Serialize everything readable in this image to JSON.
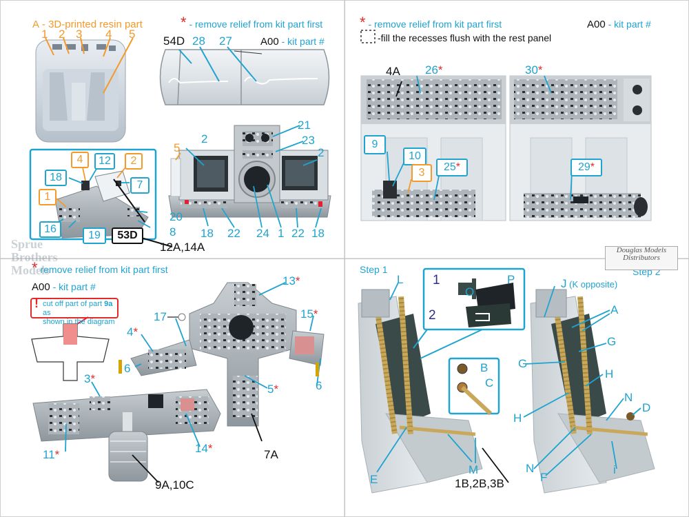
{
  "colors": {
    "accent_blue": "#1fa3cf",
    "accent_orange": "#f39a2b",
    "star_red": "#e12b2b",
    "panel_grey": "#9aa3a8"
  },
  "q1": {
    "legend_letter": "A",
    "legend_text": "- 3D-printed resin part",
    "remove_relief": "- remove relief from kit part first",
    "kit_part_code": "A00",
    "kit_part_text": "- kit part #",
    "resin_numbers": [
      "1",
      "2",
      "3",
      "4",
      "5"
    ],
    "canopy_part": "54D",
    "canopy_labels": [
      "28",
      "27"
    ],
    "inset_labels": {
      "o4": "4",
      "b12": "12",
      "o2": "2",
      "b18": "18",
      "b7": "7",
      "o1": "1",
      "b16": "16",
      "b19": "19",
      "k53": "53D",
      "b20": "20",
      "b8": "8",
      "b12a14a": "12A,14A"
    },
    "panel_labels": {
      "p21": "21",
      "p23": "23",
      "p5": "5",
      "p2a": "2",
      "p2b": "2",
      "p18a": "18",
      "p22a": "22",
      "p24": "24",
      "p1": "1",
      "p22b": "22",
      "p18b": "18"
    }
  },
  "q2": {
    "remove_relief": "- remove relief from kit part first",
    "kit_part_code": "A00",
    "kit_part_text": "- kit part #",
    "fill_note": "-fill the recesses flush with the rest panel",
    "labels": {
      "l4a": "4A",
      "l26": "26",
      "l30": "30",
      "l9": "9",
      "l10": "10",
      "l3": "3",
      "l25": "25",
      "l29": "29"
    }
  },
  "q3": {
    "remove_relief": "remove relief from kit part first",
    "kit_part_code": "A00",
    "kit_part_text": "- kit part #",
    "cut_note_a": "cut off part of part",
    "cut_note_part": "9a",
    "cut_note_b": "as",
    "cut_note_c": "shown in the diagram",
    "labels": {
      "l13": "13",
      "l17": "17",
      "l15": "15",
      "l4": "4",
      "l6a": "6",
      "l6b": "6",
      "l5": "5",
      "l3": "3",
      "l11": "11",
      "l14": "14",
      "l7a": "7A",
      "l9a10c": "9A,10C"
    }
  },
  "q4": {
    "step1": "Step 1",
    "step2": "Step 2",
    "j_note": "(K opposite)",
    "labels": {
      "L": "L",
      "O": "O",
      "P": "P",
      "n1": "1",
      "n2": "2",
      "B": "B",
      "C": "C",
      "E": "E",
      "M": "M",
      "parts": "1B,2B,3B",
      "J": "J",
      "A": "A",
      "G1": "G",
      "G2": "G",
      "H1": "H",
      "H2": "H",
      "N1": "N",
      "N2": "N",
      "D": "D",
      "F": "F",
      "i": "i"
    }
  },
  "watermark": {
    "left": "Sprue Brothers Models",
    "right": "Douglas Models Distributors"
  }
}
